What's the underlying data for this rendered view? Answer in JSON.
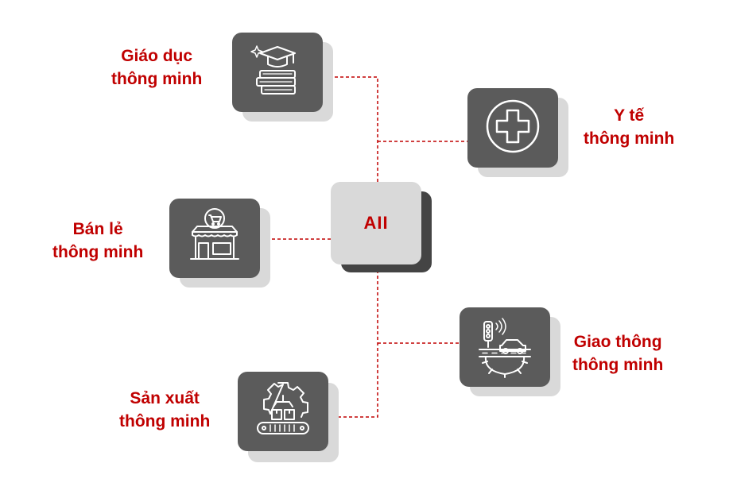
{
  "center": {
    "label": "AII"
  },
  "nodes": [
    {
      "id": "education",
      "icon": "graduation-cap-books-icon",
      "line1": "Giáo dục",
      "line2": "thông minh"
    },
    {
      "id": "health",
      "icon": "medical-cross-icon",
      "line1": "Y tế",
      "line2": "thông minh"
    },
    {
      "id": "retail",
      "icon": "store-cart-icon",
      "line1": "Bán lẻ",
      "line2": "thông minh"
    },
    {
      "id": "transport",
      "icon": "traffic-light-car-icon",
      "line1": "Giao thông",
      "line2": "thông minh"
    },
    {
      "id": "manufacturing",
      "icon": "factory-gear-conveyor-icon",
      "line1": "Sản xuất",
      "line2": "thông minh"
    }
  ],
  "colors": {
    "accent": "#c00000",
    "tile": "#5b5b5b",
    "tile_shadow": "#d9d9d9",
    "center_fill": "#d9d9d9",
    "center_shadow": "#444444",
    "connector": "#c00000"
  }
}
